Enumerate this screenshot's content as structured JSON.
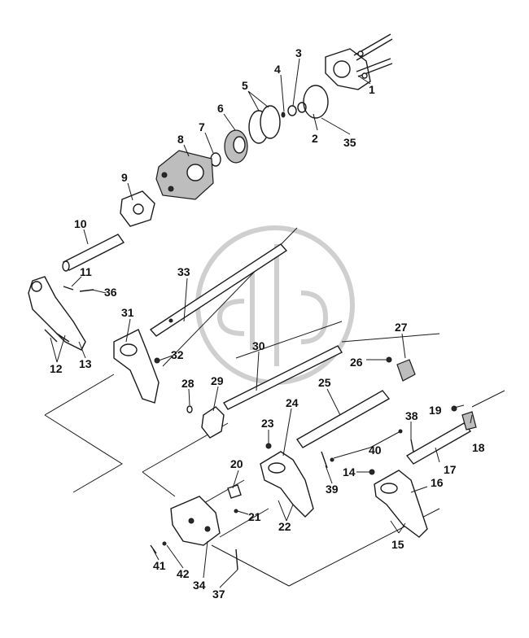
{
  "diagram": {
    "callouts": [
      {
        "id": "c1",
        "text": "1"
      },
      {
        "id": "c2",
        "text": "2"
      },
      {
        "id": "c3",
        "text": "3"
      },
      {
        "id": "c4",
        "text": "4"
      },
      {
        "id": "c5",
        "text": "5"
      },
      {
        "id": "c6",
        "text": "6"
      },
      {
        "id": "c7",
        "text": "7"
      },
      {
        "id": "c8",
        "text": "8"
      },
      {
        "id": "c9",
        "text": "9"
      },
      {
        "id": "c10",
        "text": "10"
      },
      {
        "id": "c11",
        "text": "11"
      },
      {
        "id": "c12",
        "text": "12"
      },
      {
        "id": "c13",
        "text": "13"
      },
      {
        "id": "c14",
        "text": "14"
      },
      {
        "id": "c15",
        "text": "15"
      },
      {
        "id": "c16",
        "text": "16"
      },
      {
        "id": "c17",
        "text": "17"
      },
      {
        "id": "c18",
        "text": "18"
      },
      {
        "id": "c19",
        "text": "19"
      },
      {
        "id": "c20",
        "text": "20"
      },
      {
        "id": "c21",
        "text": "21"
      },
      {
        "id": "c22",
        "text": "22"
      },
      {
        "id": "c23",
        "text": "23"
      },
      {
        "id": "c24",
        "text": "24"
      },
      {
        "id": "c25",
        "text": "25"
      },
      {
        "id": "c26",
        "text": "26"
      },
      {
        "id": "c27",
        "text": "27"
      },
      {
        "id": "c28",
        "text": "28"
      },
      {
        "id": "c29",
        "text": "29"
      },
      {
        "id": "c30",
        "text": "30"
      },
      {
        "id": "c31",
        "text": "31"
      },
      {
        "id": "c32",
        "text": "32"
      },
      {
        "id": "c33",
        "text": "33"
      },
      {
        "id": "c34",
        "text": "34"
      },
      {
        "id": "c35",
        "text": "35"
      },
      {
        "id": "c36",
        "text": "36"
      },
      {
        "id": "c37",
        "text": "37"
      },
      {
        "id": "c38",
        "text": "38"
      },
      {
        "id": "c39",
        "text": "39"
      },
      {
        "id": "c40",
        "text": "40"
      },
      {
        "id": "c41",
        "text": "41"
      },
      {
        "id": "c42",
        "text": "42"
      }
    ]
  }
}
